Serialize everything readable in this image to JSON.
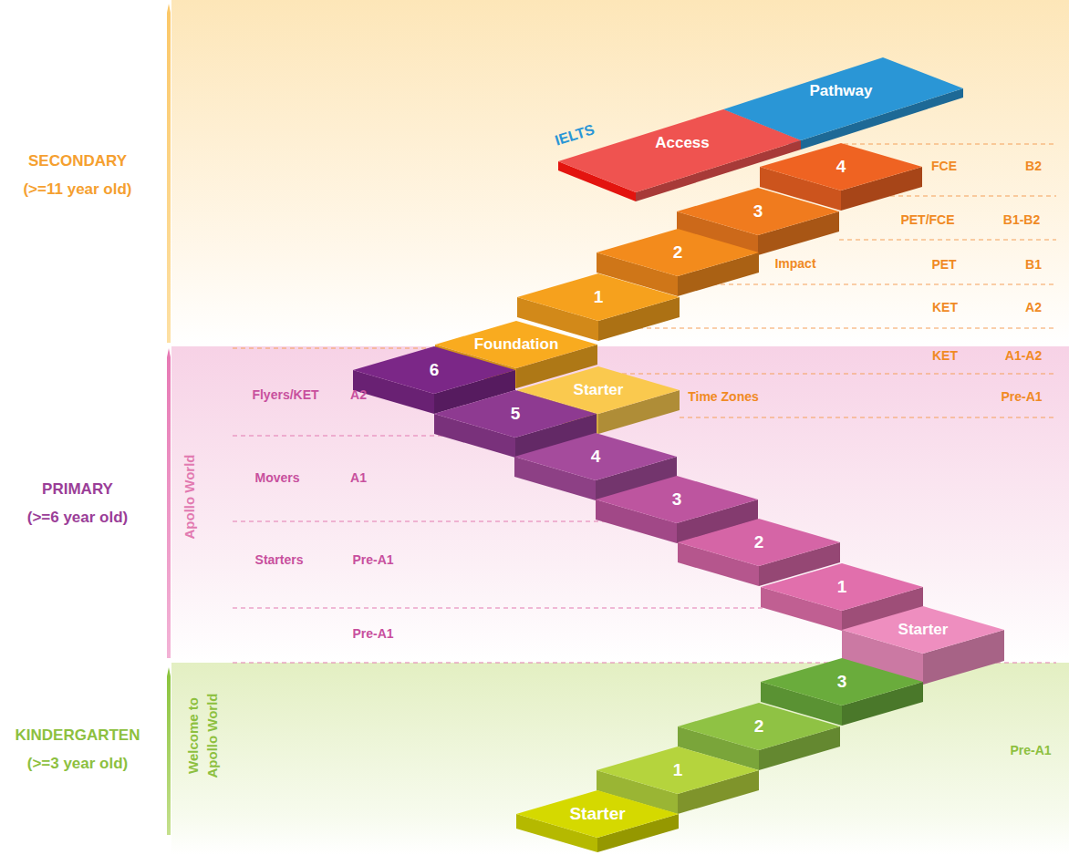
{
  "diagram": {
    "nodes": [
      {
        "text": [
          "Pathway"
        ]
      },
      {
        "text": [
          "Access"
        ]
      },
      {
        "text": [
          "4"
        ]
      },
      {
        "text": [
          "3"
        ]
      },
      {
        "text": [
          "2"
        ]
      },
      {
        "text": [
          "1"
        ]
      },
      {
        "text": [
          "Foundation"
        ]
      },
      {
        "text": [
          "6"
        ]
      },
      {
        "text": [
          "Starter"
        ]
      },
      {
        "text": [
          "5"
        ]
      },
      {
        "text": [
          "4"
        ]
      },
      {
        "text": [
          "3"
        ]
      },
      {
        "text": [
          "2"
        ]
      },
      {
        "text": [
          "1"
        ]
      },
      {
        "text": [
          "Starter"
        ]
      },
      {
        "text": [
          "3"
        ]
      },
      {
        "text": [
          "2"
        ]
      },
      {
        "text": [
          "1"
        ]
      },
      {
        "text": [
          "Starter"
        ]
      }
    ],
    "labels": [
      "IELTS",
      "FCE",
      "B2",
      "PET/FCE",
      "B1-B2",
      "Impact",
      "PET",
      "B1",
      "KET",
      "A2",
      "KET",
      "A1-A2",
      "Flyers/KET",
      "A2",
      "Time Zones",
      "Pre-A1",
      "Movers",
      "A1",
      "Starters",
      "Pre-A1",
      "Pre-A1",
      "Pre-A1",
      "SECONDARY",
      "(>=11 year old)",
      "PRIMARY",
      "(>=6 year old)",
      "KINDERGARTEN",
      "(>=3 year old)",
      "Apollo World",
      "Welcome to Apollo World"
    ]
  }
}
